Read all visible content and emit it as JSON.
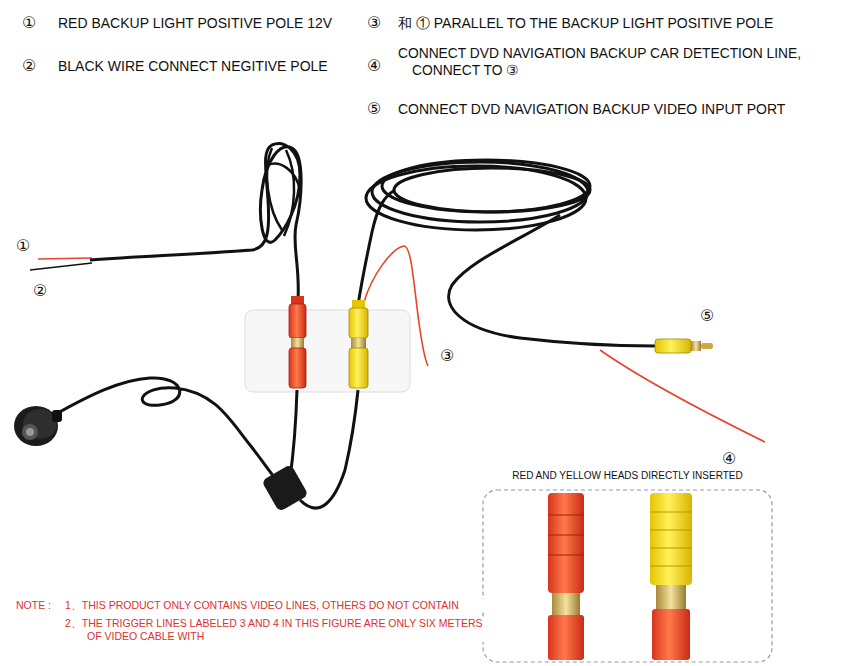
{
  "diagram": {
    "nodes": [
      {
        "text": [
          "RED AND YELLOW HEADS DIRECTLY INSERTED"
        ]
      }
    ],
    "labels": [
      "①",
      "RED BACKUP LIGHT POSITIVE POLE 12V",
      "②",
      "BLACK WIRE CONNECT NEGITIVE POLE",
      "③",
      "和 ① PARALLEL TO THE BACKUP LIGHT POSITIVE POLE",
      "④",
      "CONNECT DVD NAVIGATION BACKUP CAR DETECTION LINE, CONNECT TO ③",
      "⑤",
      "CONNECT DVD NAVIGATION BACKUP VIDEO INPUT PORT",
      "①",
      "②",
      "③",
      "⑤",
      "④",
      "NOTE :",
      "1、THIS PRODUCT ONLY CONTAINS VIDEO LINES, OTHERS DO NOT CONTAIN",
      "2、THE TRIGGER LINES LABELED 3 AND 4 IN THIS FIGURE ARE ONLY SIX METERS OF VIDEO CABLE WITH"
    ]
  }
}
